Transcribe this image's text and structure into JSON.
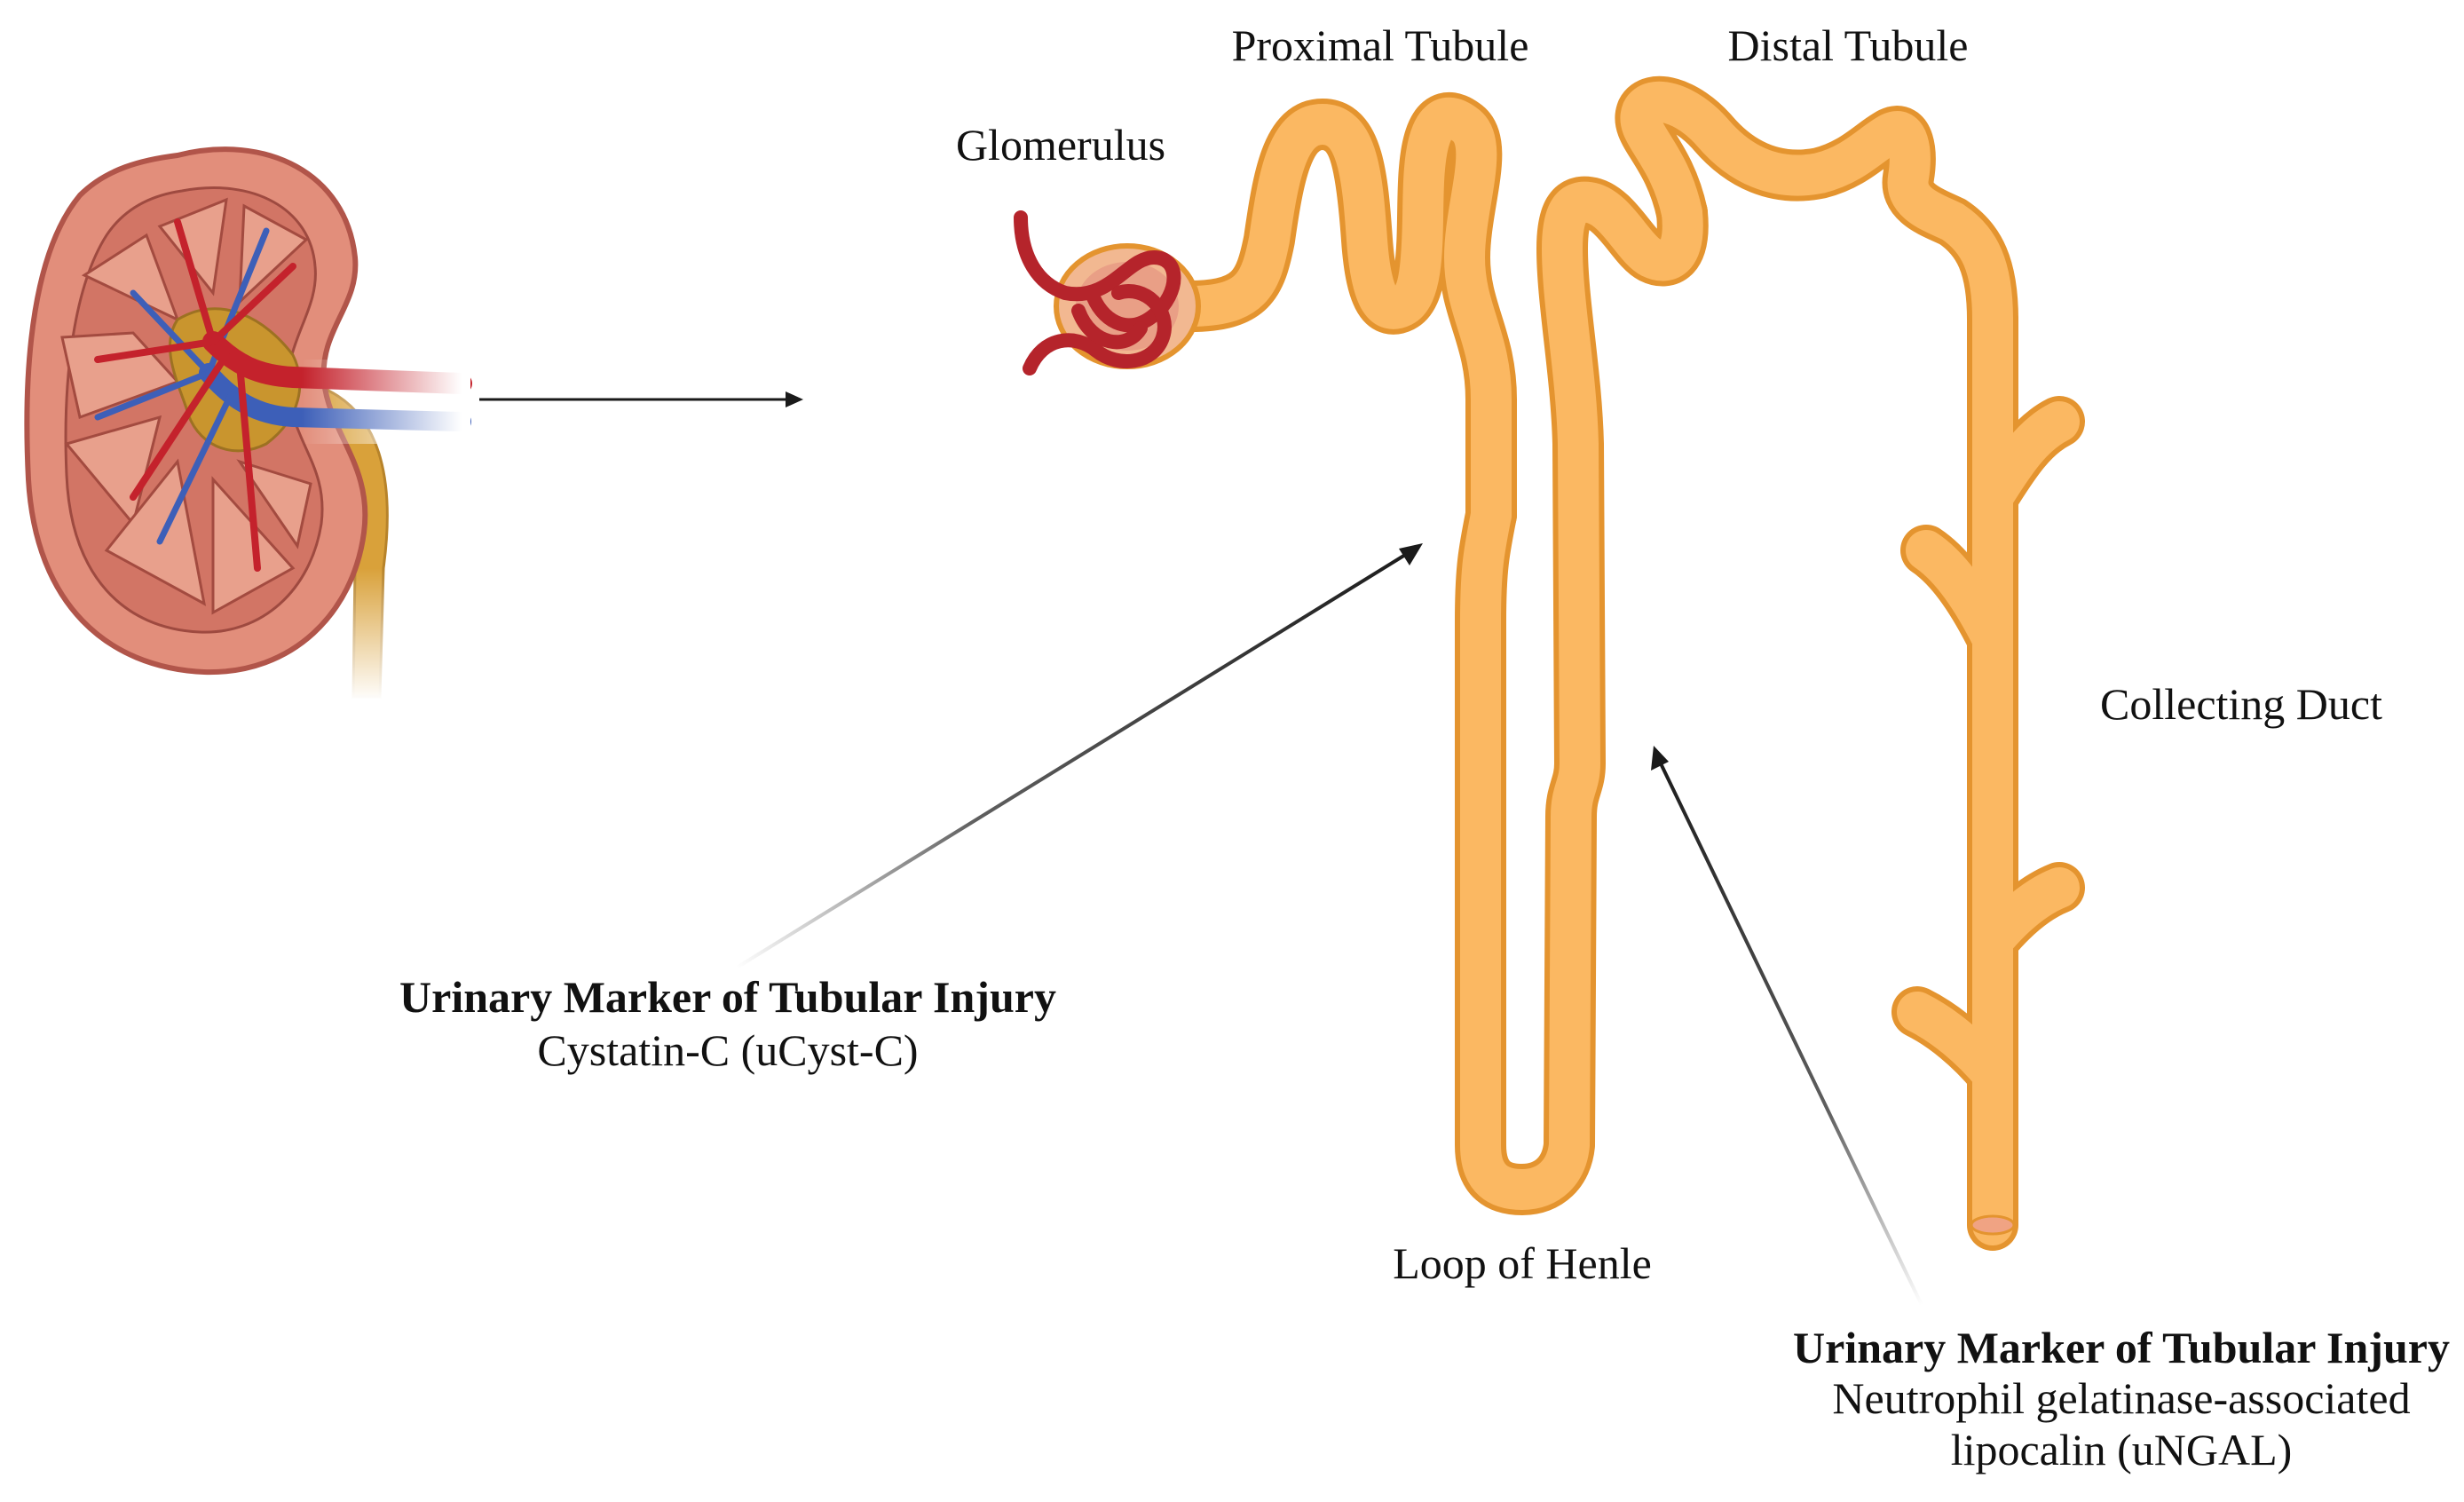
{
  "labels": {
    "glomerulus": "Glomerulus",
    "proximal_tubule": "Proximal Tubule",
    "distal_tubule": "Distal Tubule",
    "collecting_duct": "Collecting Duct",
    "loop_of_henle": "Loop of Henle"
  },
  "markers": [
    {
      "heading": "Urinary Marker of Tubular Injury",
      "lines": [
        "Cystatin-C (uCyst-C)"
      ]
    },
    {
      "heading": "Urinary Marker of Tubular Injury",
      "lines": [
        "Neutrophil gelatinase-associated",
        "lipocalin (uNGAL)"
      ]
    }
  ],
  "colors": {
    "tubule_fill": "#fbb862",
    "tubule_stroke": "#e4942f",
    "glomerulus_capsule": "#f2b891",
    "capillary": "#b5242b",
    "kidney_cortex": "#e28e7b",
    "kidney_outline": "#b1554a",
    "artery": "#c4222c",
    "vein": "#3d5fb8",
    "ureter": "#d9a13a",
    "arrow": "#1a1a1a"
  }
}
